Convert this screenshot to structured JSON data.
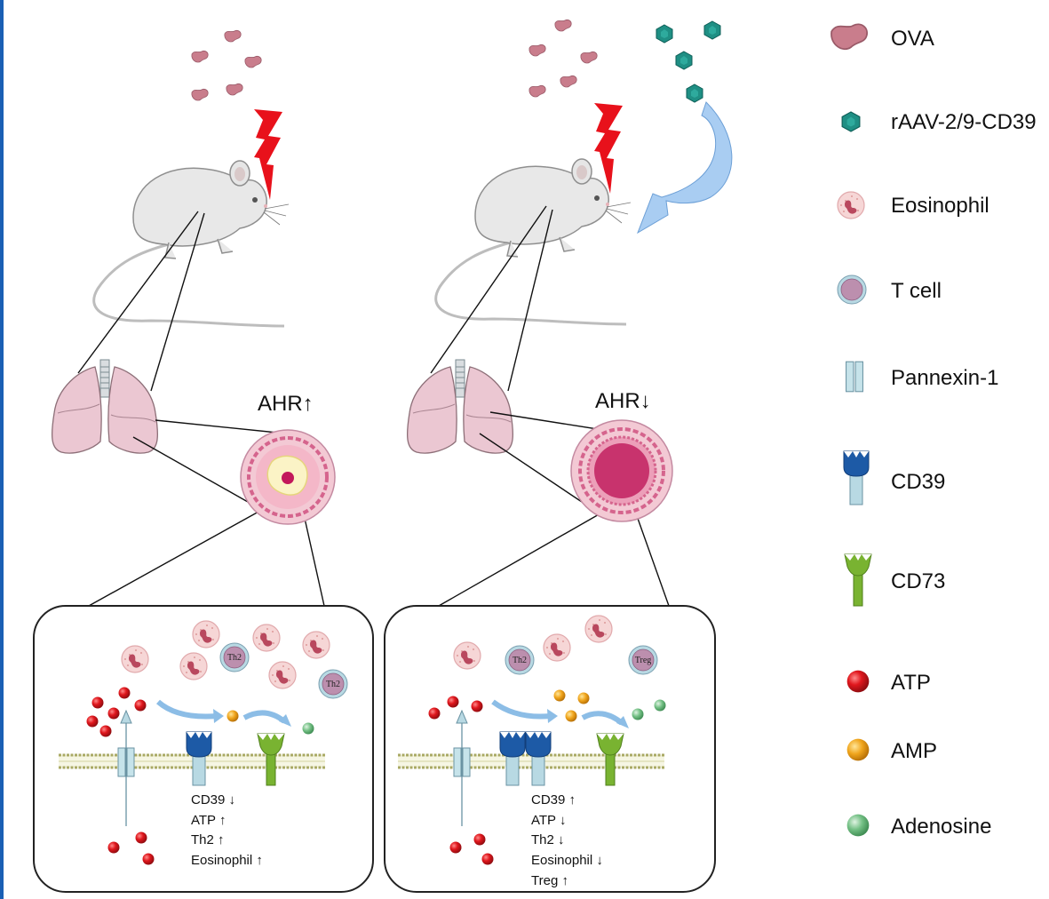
{
  "left_panel": {
    "ahr_label": "AHR↑",
    "cell_labels": [
      "Th2",
      "Th2"
    ],
    "effects": [
      "CD39 ↓",
      "ATP ↑",
      "Th2 ↑",
      "Eosinophil ↑"
    ]
  },
  "right_panel": {
    "ahr_label": "AHR↓",
    "cell_labels": [
      "Th2",
      "Treg"
    ],
    "effects": [
      "CD39 ↑",
      "ATP ↓",
      "Th2 ↓",
      "Eosinophil ↓",
      "Treg ↑"
    ]
  },
  "legend": [
    {
      "label": "OVA",
      "icon": "ova-icon"
    },
    {
      "label": "rAAV-2/9-CD39",
      "icon": "virus-icon"
    },
    {
      "label": "Eosinophil",
      "icon": "eosinophil-icon"
    },
    {
      "label": "T cell",
      "icon": "t-cell-icon"
    },
    {
      "label": "Pannexin-1",
      "icon": "pannexin-icon"
    },
    {
      "label": "CD39",
      "icon": "cd39-icon"
    },
    {
      "label": "CD73",
      "icon": "cd73-icon"
    },
    {
      "label": "ATP",
      "icon": "atp-icon"
    },
    {
      "label": "AMP",
      "icon": "amp-icon"
    },
    {
      "label": "Adenosine",
      "icon": "adenosine-icon"
    }
  ],
  "colors": {
    "ova": "#c97d8c",
    "virus": "#1f8f84",
    "atp": "#e0171d",
    "amp": "#f0a51c",
    "adenosine": "#74c085",
    "cd39": "#1d5aa6",
    "cd73": "#79b331",
    "pannexin": "#b8d9e3",
    "lightning": "#e8111b",
    "frame_accent": "#1a5fb4"
  }
}
